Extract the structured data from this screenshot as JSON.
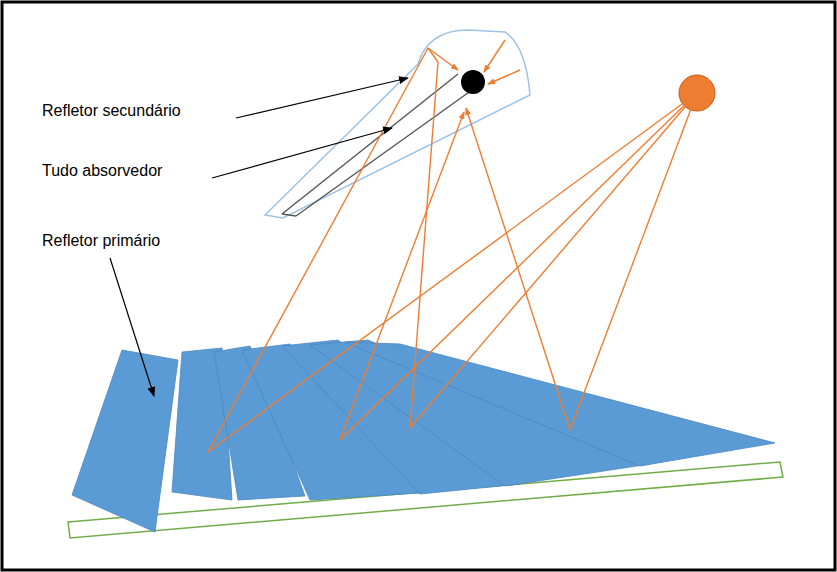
{
  "diagram": {
    "labels": [
      "Refletor secundário",
      "Tudo absorvedor",
      "Refletor primário"
    ]
  }
}
